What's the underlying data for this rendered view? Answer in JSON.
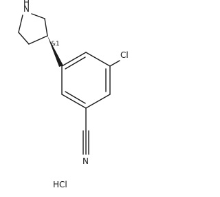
{
  "structure": {
    "atom_labels": {
      "nh": "N",
      "h": "H",
      "stereo": "&1",
      "cl": "Cl",
      "n_nitrile": "N"
    },
    "salt": "HCl"
  }
}
